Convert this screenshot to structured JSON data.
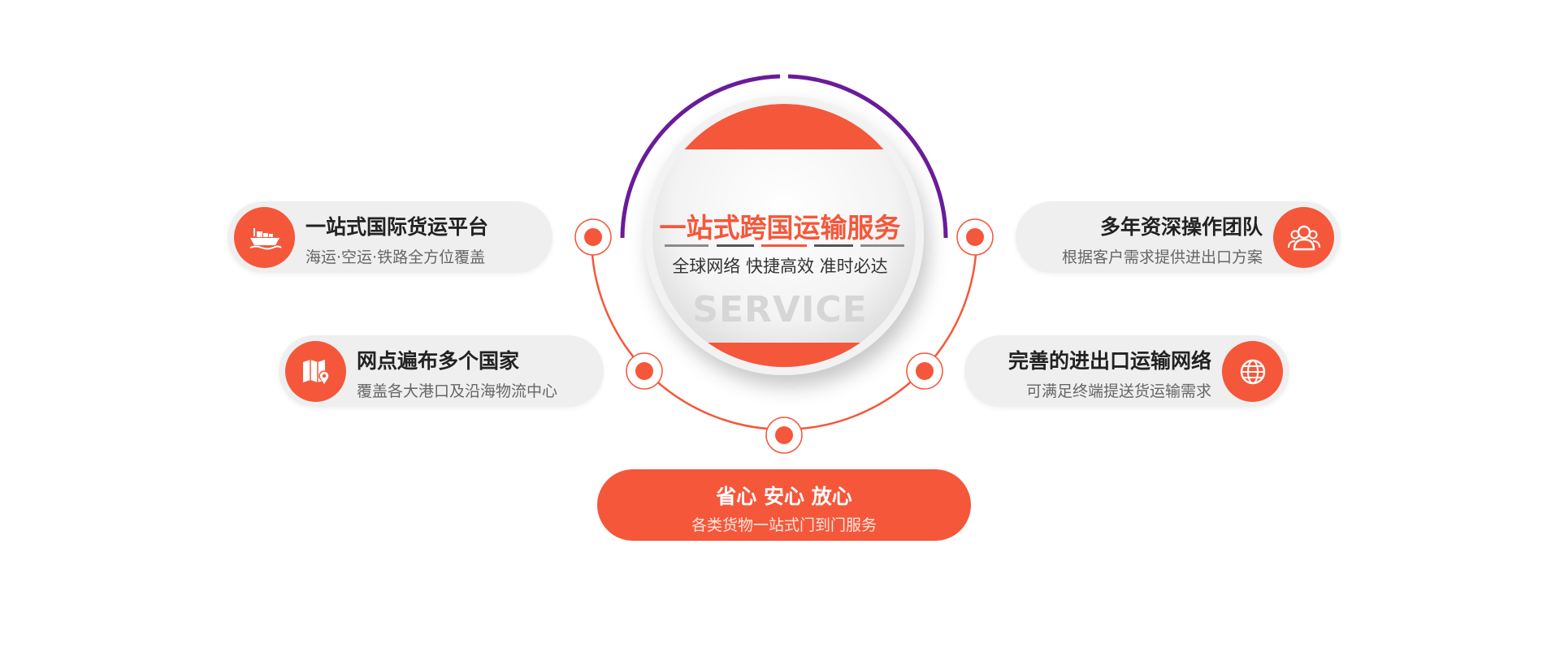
{
  "colors": {
    "accent": "#f5573a",
    "purple": "#6a1b9a",
    "pill_bg": "#efefef"
  },
  "center": {
    "title": "一站式跨国运输服务",
    "subtitle": "全球网络 快捷高效 准时必达",
    "watermark": "SERVICE"
  },
  "cards": [
    {
      "title": "一站式国际货运平台",
      "subtitle": "海运·空运·铁路全方位覆盖",
      "icon": "ship-icon"
    },
    {
      "title": "网点遍布多个国家",
      "subtitle": "覆盖各大港口及沿海物流中心",
      "icon": "map-pin-icon"
    },
    {
      "title": "多年资深操作团队",
      "subtitle": "根据客户需求提供进出口方案",
      "icon": "team-icon"
    },
    {
      "title": "完善的进出口运输网络",
      "subtitle": "可满足终端提送货运输需求",
      "icon": "globe-icon"
    }
  ],
  "bottom": {
    "title": "省心  安心  放心",
    "subtitle": "各类货物一站式门到门服务"
  }
}
